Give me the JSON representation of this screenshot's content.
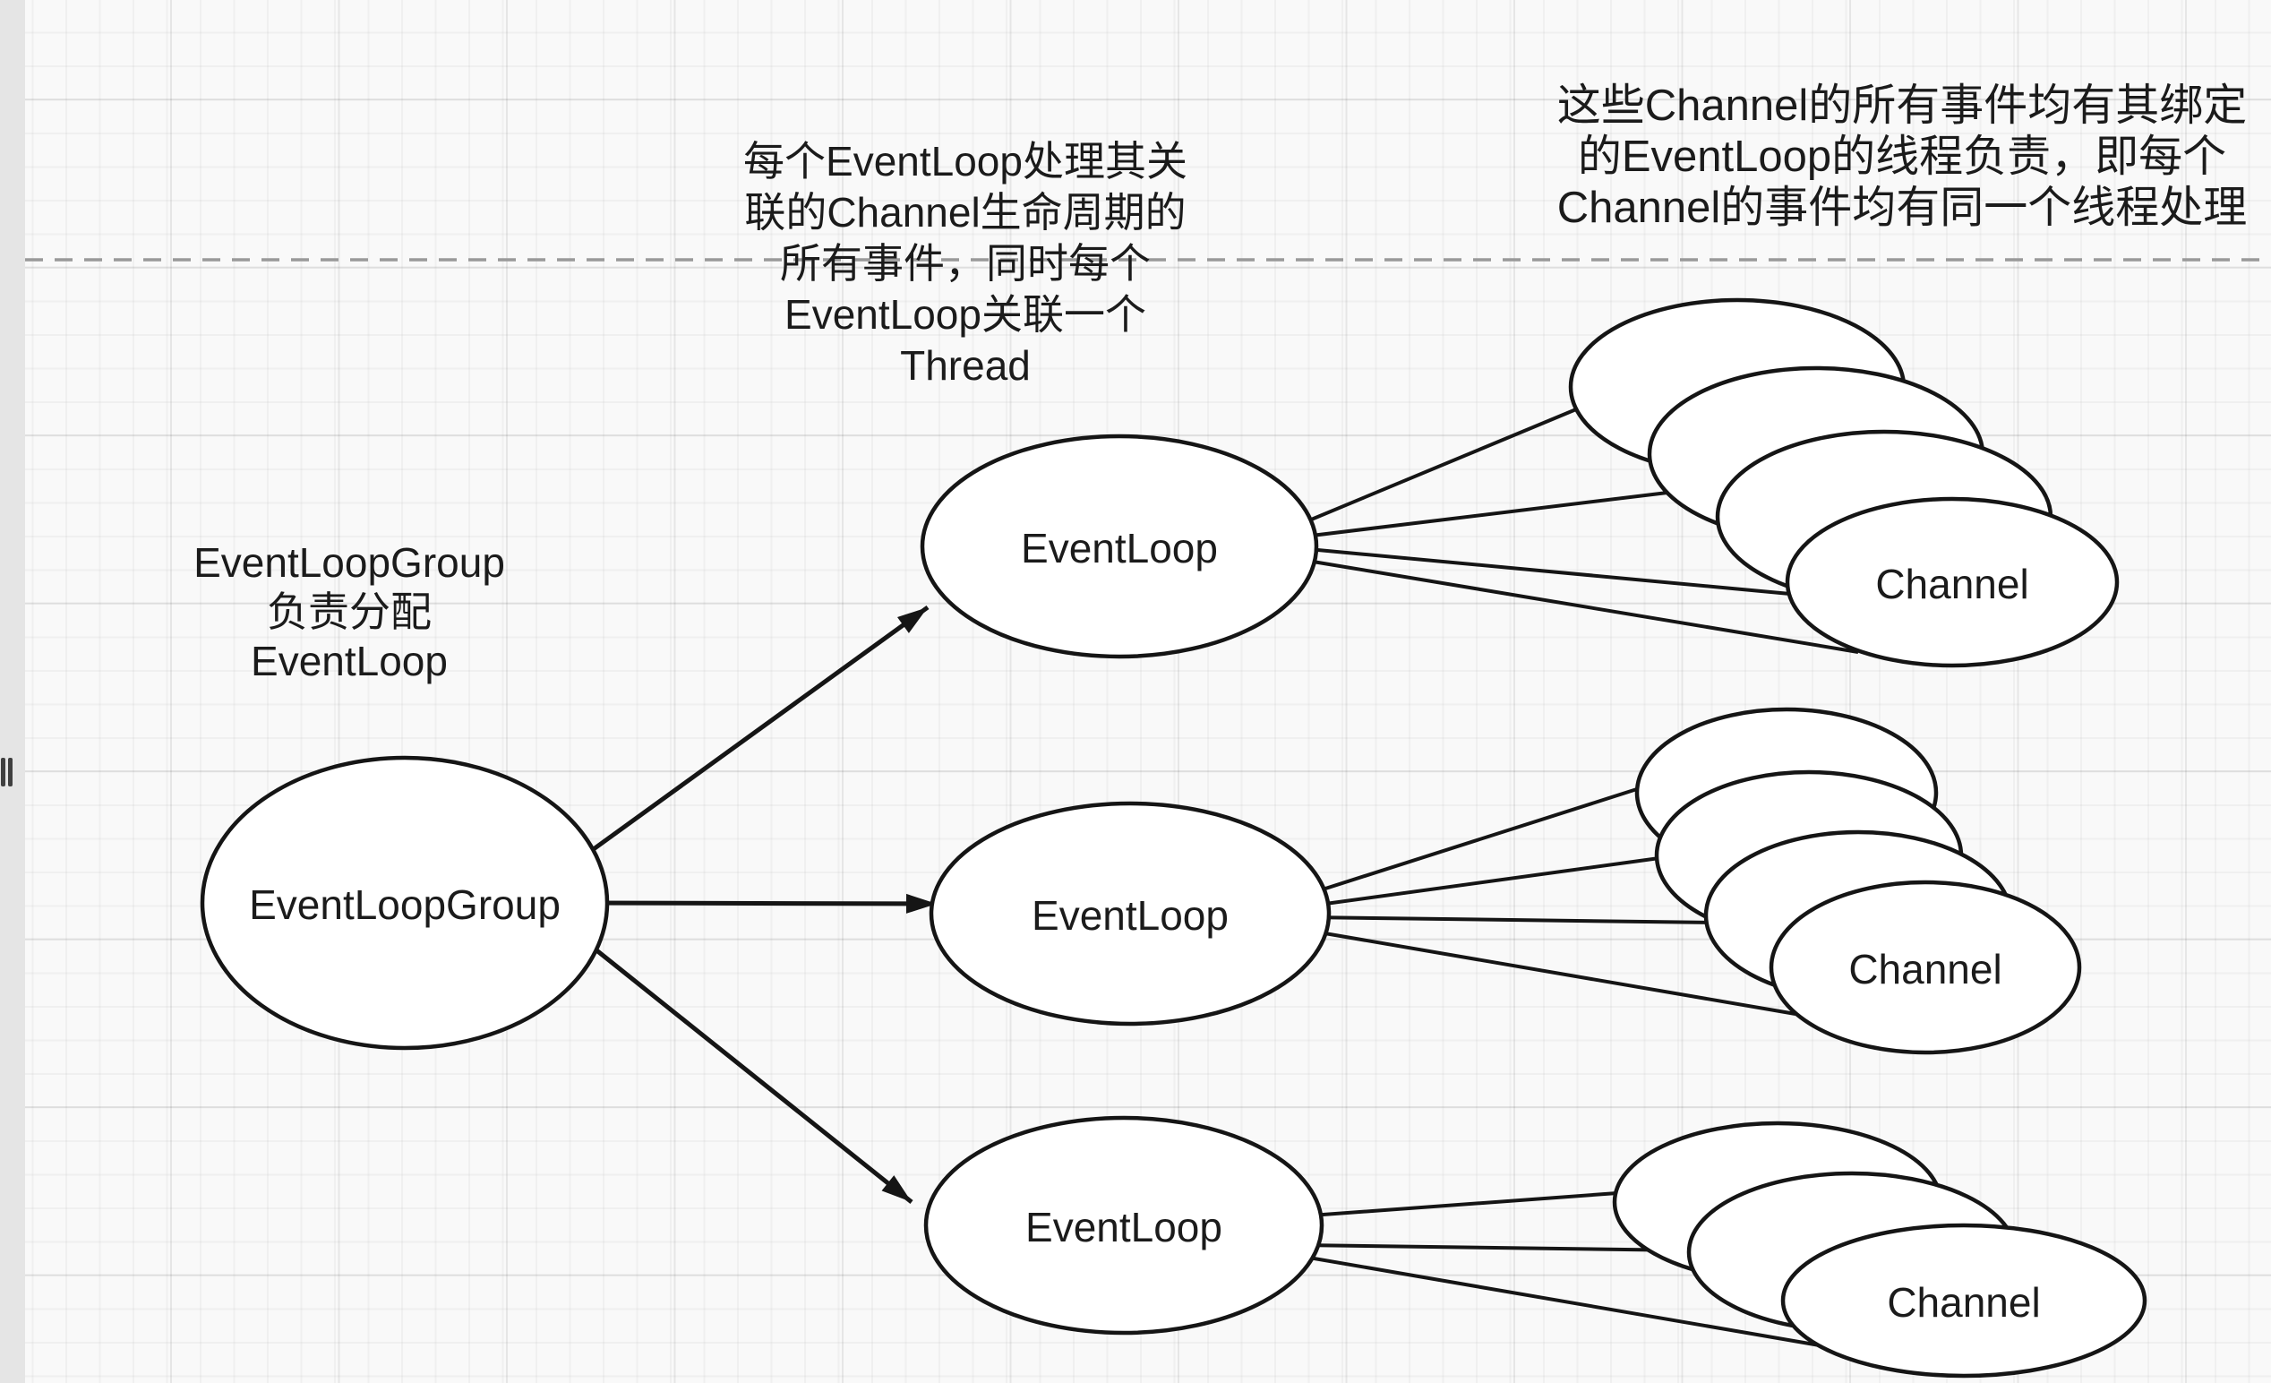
{
  "canvas": {
    "background": "#f9f9f9",
    "grid_minor_color": "#ededed",
    "grid_major_color": "#e3e3e3",
    "divider_color": "#999999",
    "stroke_color": "#151515",
    "node_fill": "#ffffff",
    "text_color": "#1b1b1b",
    "sidebar_color": "#e5e5e5",
    "handle_color": "#3f3f3f"
  },
  "annotations": {
    "left": {
      "lines": [
        "EventLoopGroup",
        "负责分配",
        "EventLoop"
      ]
    },
    "middle": {
      "lines": [
        "每个EventLoop处理其关",
        "联的Channel生命周期的",
        "所有事件，同时每个",
        "EventLoop关联一个",
        "Thread"
      ]
    },
    "right": {
      "lines": [
        "这些Channel的所有事件均有其绑定",
        "的EventLoop的线程负责，即每个",
        "Channel的事件均有同一个线程处理"
      ]
    }
  },
  "nodes": {
    "group": {
      "label": "EventLoopGroup"
    },
    "loops": [
      {
        "label": "EventLoop"
      },
      {
        "label": "EventLoop"
      },
      {
        "label": "EventLoop"
      }
    ],
    "channels": [
      {
        "label": "Channel",
        "stack_count": 4
      },
      {
        "label": "Channel",
        "stack_count": 4
      },
      {
        "label": "Channel",
        "stack_count": 3
      }
    ]
  }
}
